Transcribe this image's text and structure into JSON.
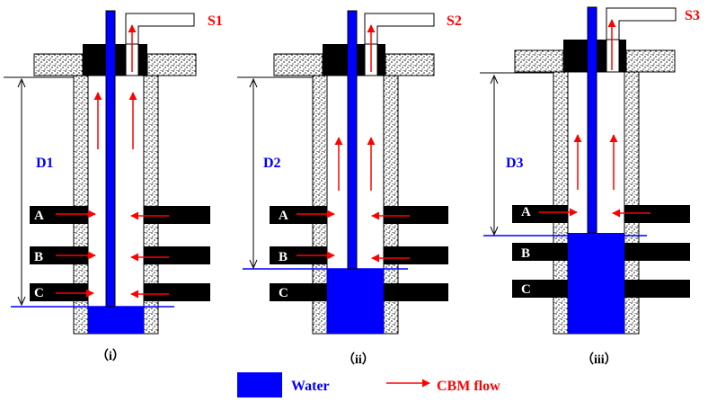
{
  "panels": [
    {
      "depth_label": "D1",
      "flow_label": "S1",
      "caption": "（i）",
      "seams": [
        "A",
        "B",
        "C"
      ]
    },
    {
      "depth_label": "D2",
      "flow_label": "S2",
      "caption": "（ii）",
      "seams": [
        "A",
        "B",
        "C"
      ]
    },
    {
      "depth_label": "D3",
      "flow_label": "S3",
      "caption": "（iii）",
      "seams": [
        "A",
        "B",
        "C"
      ]
    }
  ],
  "legend": {
    "water_label": "Water",
    "cbm_label": "CBM flow"
  },
  "colors": {
    "water": "#0000ff",
    "cbm_arrow": "#ff0000",
    "label_depth": "#0000ff",
    "label_flow": "#ff0000",
    "seam": "#000000",
    "wellhead": "#000000"
  },
  "icons": [
    "stipple-pattern",
    "red-arrow-icon",
    "water-swatch-icon"
  ]
}
